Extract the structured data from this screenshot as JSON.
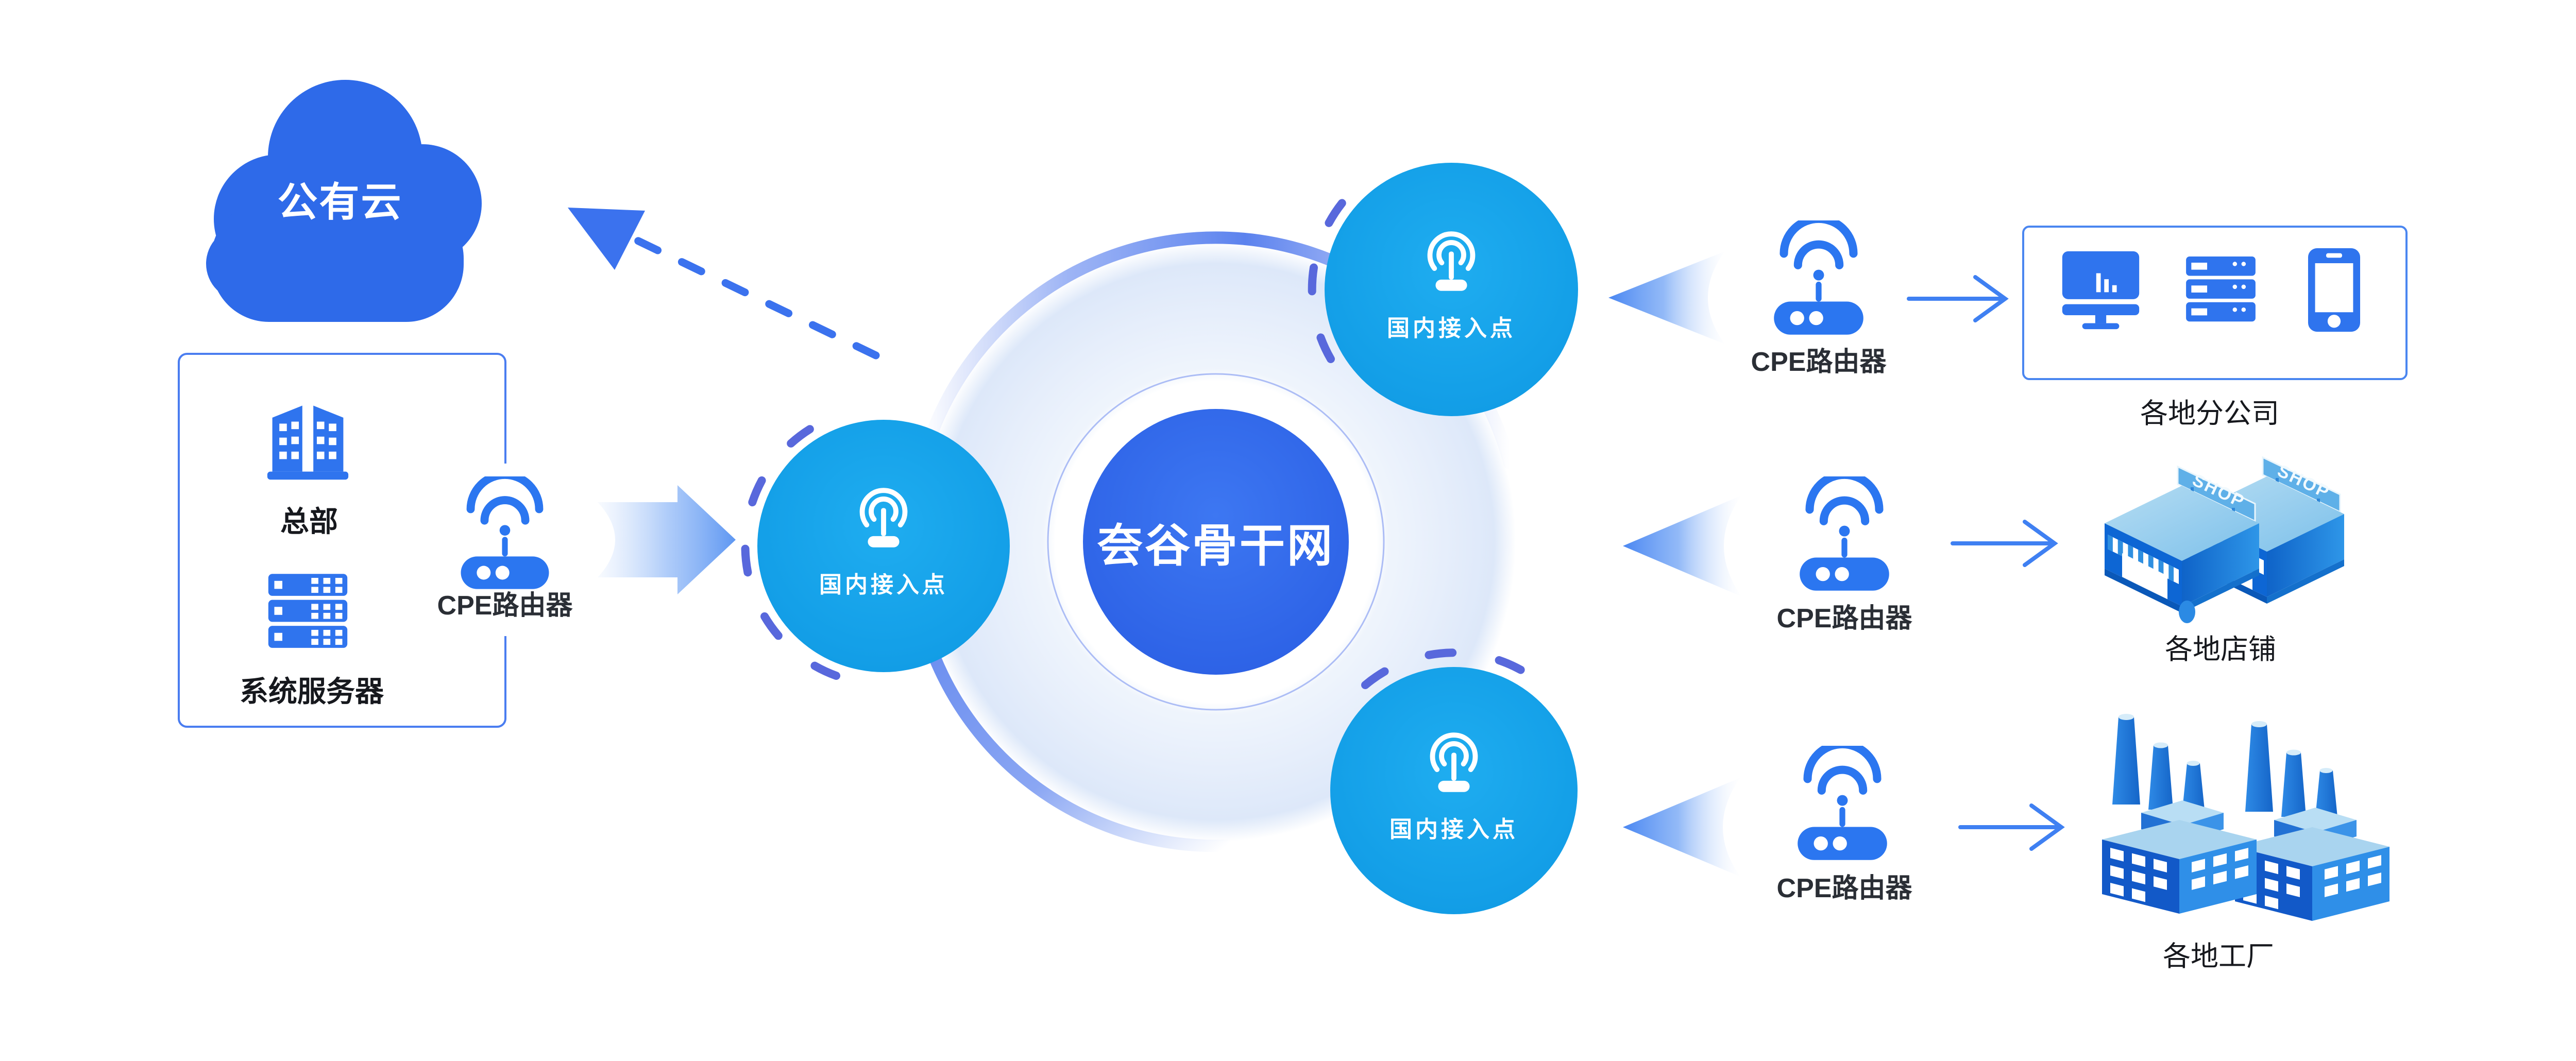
{
  "cloud": {
    "label": "公有云"
  },
  "hq": {
    "building_label": "总部",
    "server_label": "系统服务器",
    "router_label": "CPE路由器"
  },
  "backbone": {
    "label": "夽谷骨干网"
  },
  "access_points": {
    "left": {
      "label": "国内接入点"
    },
    "top": {
      "label": "国内接入点"
    },
    "bottom": {
      "label": "国内接入点"
    }
  },
  "branches": {
    "offices": {
      "router_label": "CPE路由器",
      "dest_label": "各地分公司"
    },
    "shops": {
      "router_label": "CPE路由器",
      "dest_label": "各地店铺",
      "sign_text": "SHOP"
    },
    "factories": {
      "router_label": "CPE路由器",
      "dest_label": "各地工厂"
    }
  },
  "colors": {
    "primary_blue": "#2e6ae9",
    "accent_cyan": "#14a0e8",
    "icon_blue": "#2f74ee",
    "outline_blue": "#4a7df0",
    "arrow_blue": "#3f80f2",
    "dash_indigo": "#5868dc",
    "text_dark": "#16181d"
  }
}
